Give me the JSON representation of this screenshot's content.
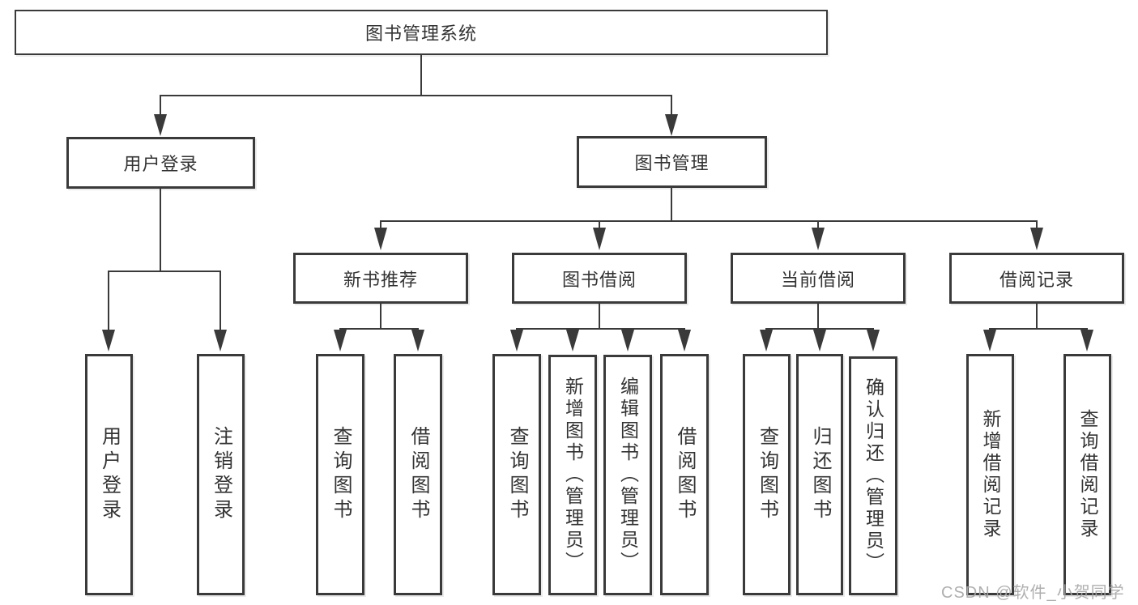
{
  "diagram": {
    "root": {
      "label": "图书管理系统",
      "children": [
        {
          "label": "用户登录",
          "children": [
            {
              "label": "用户登录"
            },
            {
              "label": "注销登录"
            }
          ]
        },
        {
          "label": "图书管理",
          "children": [
            {
              "label": "新书推荐",
              "children": [
                {
                  "label": "查询图书"
                },
                {
                  "label": "借阅图书"
                }
              ]
            },
            {
              "label": "图书借阅",
              "children": [
                {
                  "label": "查询图书"
                },
                {
                  "label": "新增图书（管理员）"
                },
                {
                  "label": "编辑图书（管理员）"
                },
                {
                  "label": "借阅图书"
                }
              ]
            },
            {
              "label": "当前借阅",
              "children": [
                {
                  "label": "查询图书"
                },
                {
                  "label": "归还图书"
                },
                {
                  "label": "确认归还（管理员）"
                }
              ]
            },
            {
              "label": "借阅记录",
              "children": [
                {
                  "label": "新增借阅记录"
                },
                {
                  "label": "查询借阅记录"
                }
              ]
            }
          ]
        }
      ]
    }
  },
  "watermark": {
    "text": "CSDN @软件_小贺同学"
  },
  "colors": {
    "line": "#3a3a3a",
    "text": "#333333",
    "watermark": "#a8a8a8",
    "background": "#ffffff"
  }
}
